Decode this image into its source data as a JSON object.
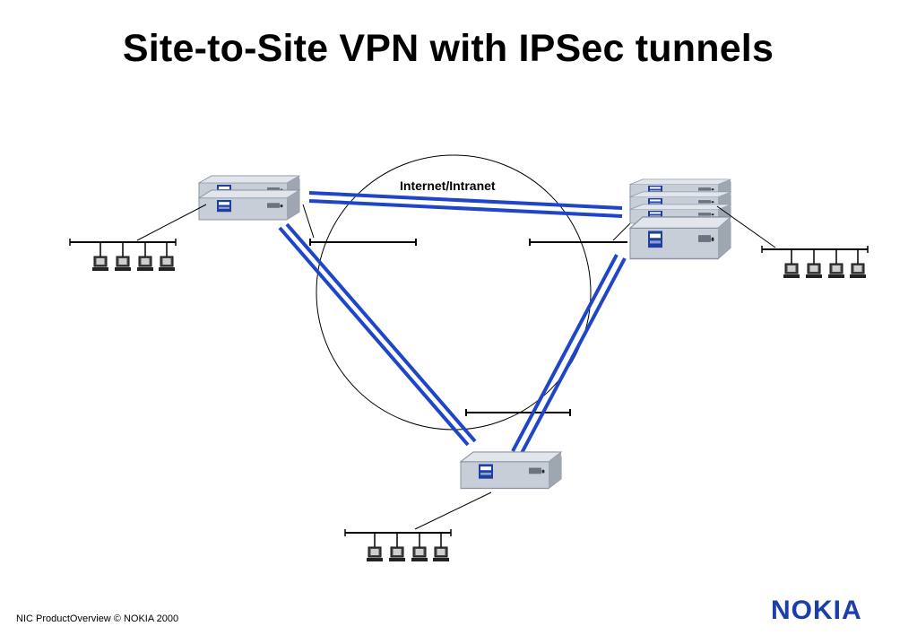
{
  "slide": {
    "title": "Site-to-Site VPN with IPSec tunnels",
    "cloud_label": "Internet/Intranet",
    "footer": "NIC ProductOverview © NOKIA 2000",
    "logo_text": "NOKIA"
  },
  "colors": {
    "tunnel": "#1f45c8",
    "device_body": "#c6ccd5",
    "logo": "#1b3fa8"
  },
  "icons": [
    "router-icon",
    "computer-icon",
    "network-bus-icon",
    "internet-cloud-icon"
  ]
}
